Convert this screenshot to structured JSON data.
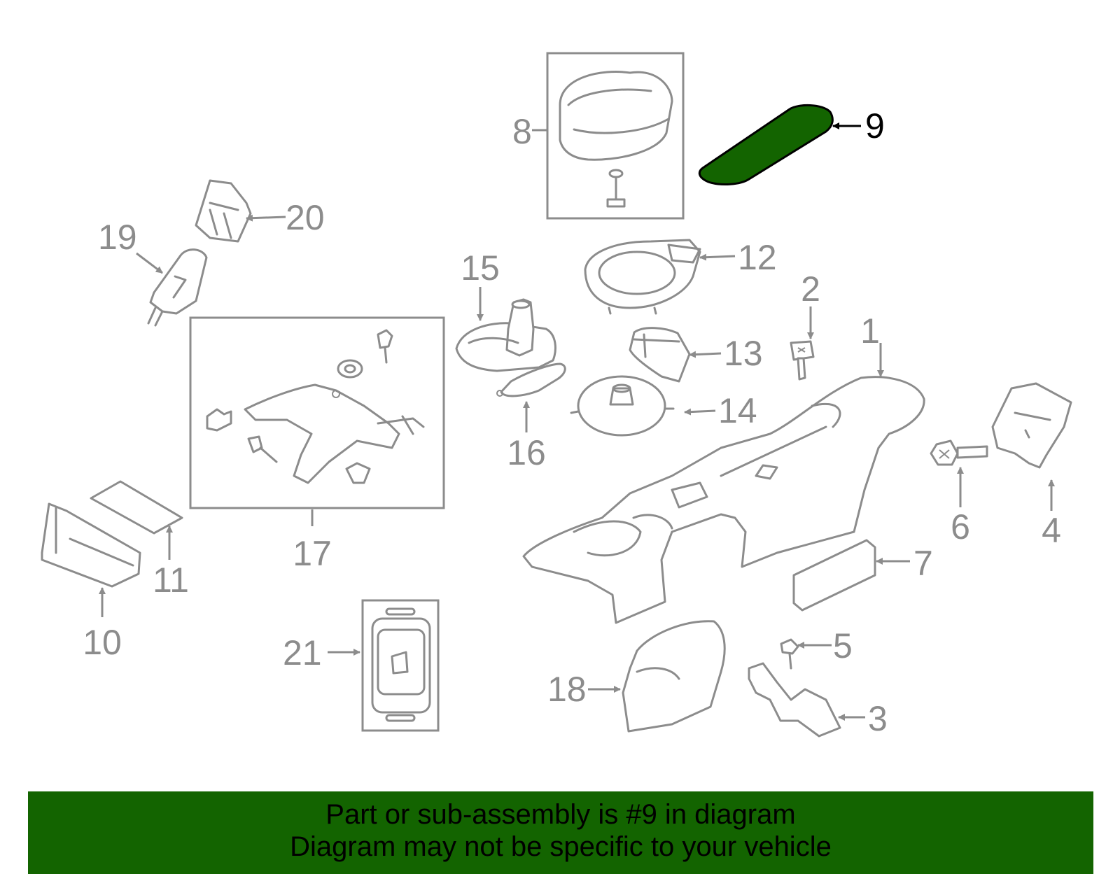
{
  "diagram": {
    "highlighted_part": "9",
    "highlight_color": "#136400",
    "part_color": "#8c8c8c",
    "callouts": {
      "c1": "1",
      "c2": "2",
      "c3": "3",
      "c4": "4",
      "c5": "5",
      "c6": "6",
      "c7": "7",
      "c8": "8",
      "c9": "9",
      "c10": "10",
      "c11": "11",
      "c12": "12",
      "c13": "13",
      "c14": "14",
      "c15": "15",
      "c16": "16",
      "c17": "17",
      "c18": "18",
      "c19": "19",
      "c20": "20",
      "c21": "21"
    }
  },
  "banner": {
    "line1": "Part or sub-assembly is #9 in diagram",
    "line2": "Diagram may not be specific to your vehicle",
    "background": "#136400"
  }
}
